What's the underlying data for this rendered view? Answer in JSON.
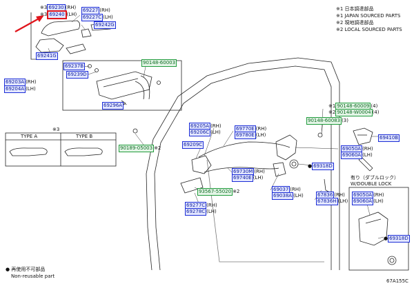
{
  "legend_top": [
    "※1 日本調達部品",
    "※1 JAPAN SOURCED PARTS",
    "※2 現地調達部品",
    "※2 LOCAL SOURCED PARTS"
  ],
  "legend_bottom": [
    "● 再使用不可部品",
    "Non-reusable part"
  ],
  "type_box": {
    "note": "※3",
    "type_a": "TYPE A",
    "type_b": "TYPE B"
  },
  "double_lock": {
    "jp": "有り（ダブルロック）",
    "en": "W/DOUBLE LOCK"
  },
  "figure_code": "67A155C",
  "labels": {
    "l69230": {
      "prefix": "※3",
      "code": "69230",
      "suffix": "(RH)"
    },
    "l69240": {
      "prefix": "※3",
      "code": "69240",
      "suffix": "(LH)"
    },
    "l69227": {
      "code": "69227",
      "suffix": "(RH)"
    },
    "l69227c": {
      "code": "69227C",
      "suffix": "(LH)"
    },
    "l69242g": {
      "code": "69242G",
      "suffix": ""
    },
    "l69241g": {
      "code": "69241G",
      "suffix": ""
    },
    "l69237b": {
      "code": "69237B",
      "suffix": ""
    },
    "l69239d": {
      "code": "69239D",
      "suffix": ""
    },
    "l90148a": {
      "code": "90148-60003",
      "suffix": ""
    },
    "l69203a": {
      "code": "69203A",
      "suffix": "(RH)"
    },
    "l69204a": {
      "code": "69204A",
      "suffix": "(LH)"
    },
    "l69296a": {
      "code": "69296A",
      "suffix": ""
    },
    "l69205a": {
      "code": "69205A",
      "suffix": "(RH)"
    },
    "l69206c": {
      "code": "69206C",
      "suffix": "(LH)"
    },
    "l69770e": {
      "code": "69770E",
      "suffix": "(RH)"
    },
    "l69780e": {
      "code": "69780E",
      "suffix": "(LH)"
    },
    "l90189": {
      "code": "90189-05003",
      "suffix": "※2"
    },
    "l69209c": {
      "code": "69209C",
      "suffix": ""
    },
    "l69730m": {
      "code": "69730M",
      "suffix": "(RH)"
    },
    "l69740e": {
      "code": "69740E",
      "suffix": "(LH)"
    },
    "l93567": {
      "code": "93567-55020",
      "suffix": "※2"
    },
    "l69277c": {
      "code": "69277C",
      "suffix": "(RH)"
    },
    "l69278c": {
      "code": "69278C",
      "suffix": "(LH)"
    },
    "l69037": {
      "code": "69037",
      "suffix": "(RH)"
    },
    "l69038a": {
      "code": "69038A",
      "suffix": "(LH)"
    },
    "l67836": {
      "code": "67836",
      "suffix": "(RH)"
    },
    "l67836h": {
      "code": "67836H",
      "suffix": "(LH)"
    },
    "l69318d": {
      "code": "69318D",
      "suffix": ""
    },
    "l90148b": {
      "prefix": "※1",
      "code": "90148-60009",
      "suffix": "(4)"
    },
    "l90148c": {
      "prefix": "※2",
      "code": "90148-W0004",
      "suffix": "(4)"
    },
    "l90148d": {
      "code": "90148-60083",
      "suffix": "(3)"
    },
    "l69410b": {
      "code": "69410B",
      "suffix": ""
    },
    "l69050a": {
      "code": "69050A",
      "suffix": "(RH)"
    },
    "l69060a": {
      "code": "69060A",
      "suffix": "(LH)"
    },
    "l69050a2": {
      "code": "69050A",
      "suffix": "(RH)"
    },
    "l69060a2": {
      "code": "69060A",
      "suffix": "(LH)"
    },
    "l69318d2": {
      "code": "69318D",
      "suffix": ""
    }
  }
}
